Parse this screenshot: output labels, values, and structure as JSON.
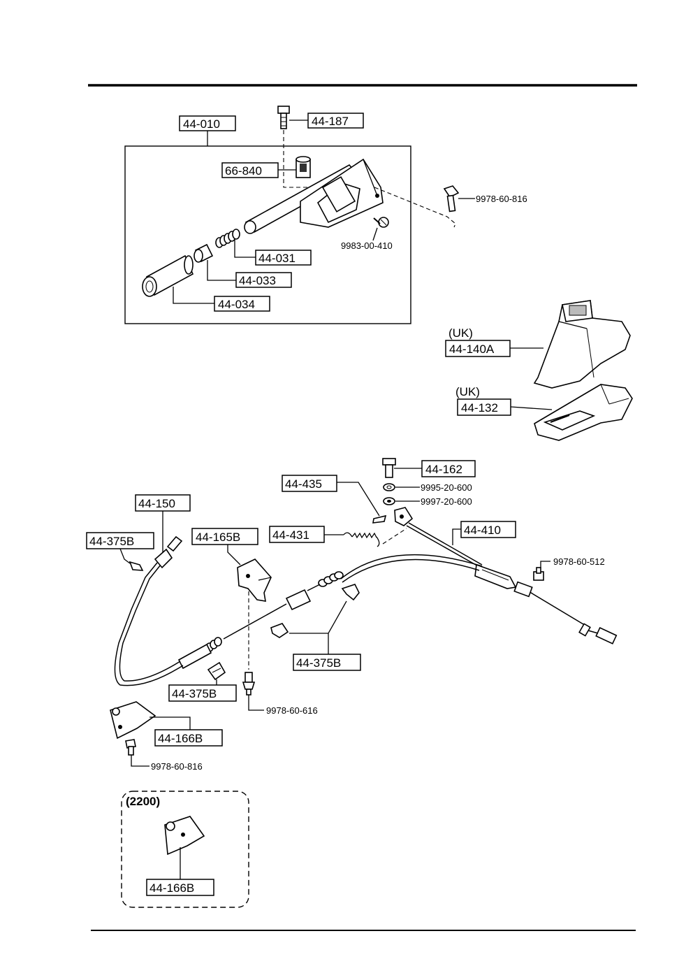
{
  "parts": {
    "lever_assembly": "44-010",
    "bolt_top": "44-187",
    "knob_insert": "66-840",
    "spring": "44-031",
    "collar": "44-033",
    "grip": "44-034",
    "bolt_right": "9978-60-816",
    "screw_lever": "9983-00-410",
    "cover_uk_label": "(UK)",
    "cover_uk": "44-140A",
    "boot_uk_label": "(UK)",
    "boot_uk": "44-132",
    "bolt_cable": "44-162",
    "washer_1": "9995-20-600",
    "washer_2": "9997-20-600",
    "pin": "44-435",
    "return_spring": "44-431",
    "front_cable": "44-410",
    "bolt_equalizer": "9978-60-512",
    "rear_cable": "44-150",
    "clip_left": "44-375B",
    "bracket_center": "44-165B",
    "clip_center": "44-375B",
    "clip_lower": "44-375B",
    "bolt_bracket": "9978-60-616",
    "bracket_lower": "44-166B",
    "bolt_lower": "9978-60-816",
    "variant_label": "(2200)",
    "bracket_variant": "44-166B"
  }
}
